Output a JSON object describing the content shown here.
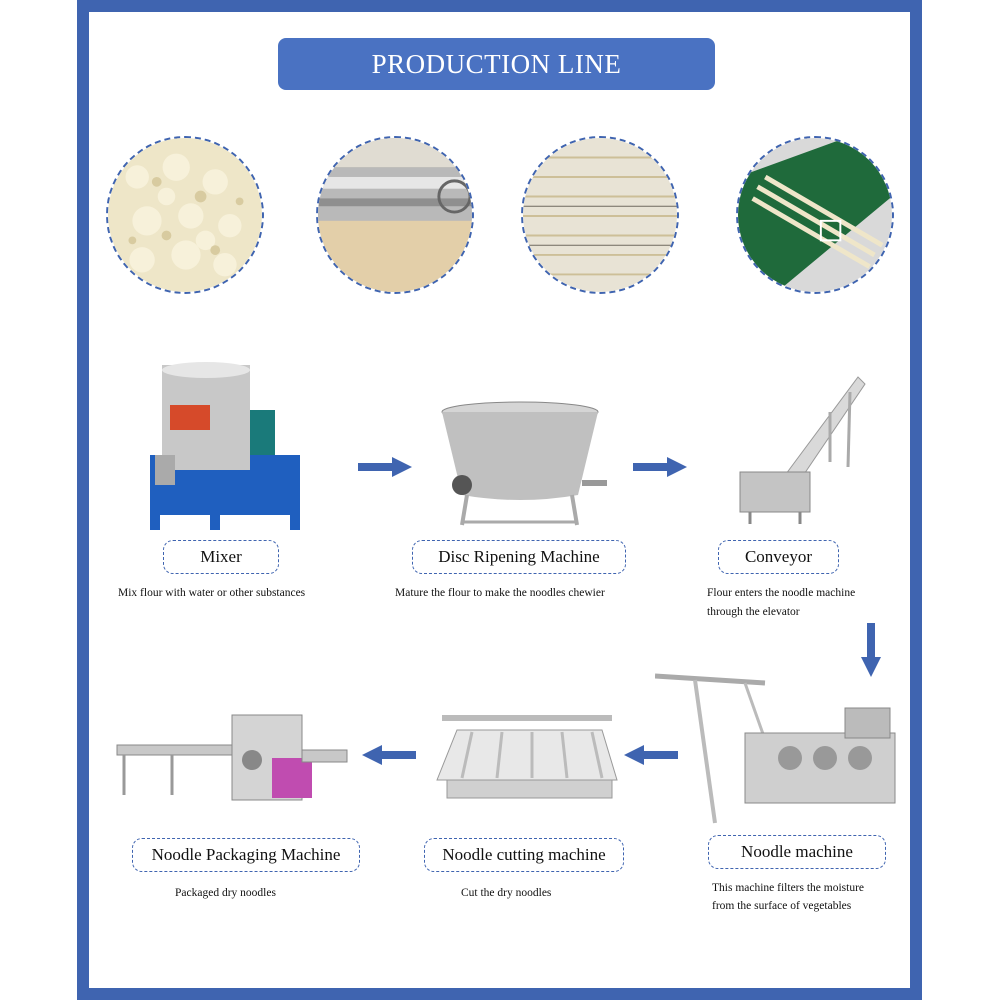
{
  "title": "PRODUCTION LINE",
  "colors": {
    "accent": "#3f64b0",
    "title_bg": "#4a72c2",
    "arrow": "#3f64b0"
  },
  "photos": [
    "flour-crumbs-photo",
    "dough-sheet-roller-photo",
    "hanging-noodles-photo",
    "noodle-bundles-conveyor-photo"
  ],
  "steps": [
    {
      "label": "Mixer",
      "desc": "Mix flour with water or other substances"
    },
    {
      "label": "Disc Ripening Machine",
      "desc": "Mature the flour to make the noodles chewier"
    },
    {
      "label": "Conveyor",
      "desc_line1": "Flour enters the noodle machine",
      "desc_line2": "through the elevator"
    },
    {
      "label": "Noodle machine",
      "desc_line1": "This machine filters the moisture",
      "desc_line2": "from the surface of vegetables"
    },
    {
      "label": "Noodle cutting machine",
      "desc": "Cut the dry noodles"
    },
    {
      "label": "Noodle Packaging Machine",
      "desc": "Packaged dry noodles"
    }
  ]
}
